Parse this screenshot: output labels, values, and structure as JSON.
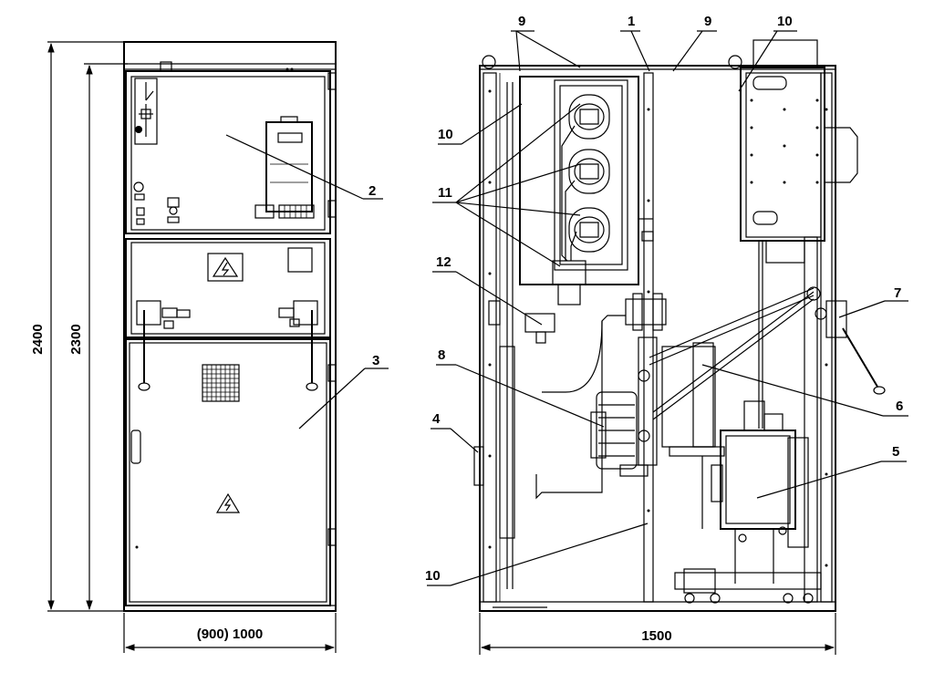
{
  "dimensions": {
    "height_total": "2400",
    "height_cabinet": "2300",
    "width_front": "(900) 1000",
    "width_side": "1500"
  },
  "callouts": {
    "c1": "1",
    "c2": "2",
    "c3": "3",
    "c4": "4",
    "c5": "5",
    "c6": "6",
    "c7": "7",
    "c8": "8",
    "c9a": "9",
    "c9b": "9",
    "c10a": "10",
    "c10b": "10",
    "c10c": "10",
    "c11": "11",
    "c12": "12"
  },
  "warning_symbol": "high-voltage-warning-icon"
}
